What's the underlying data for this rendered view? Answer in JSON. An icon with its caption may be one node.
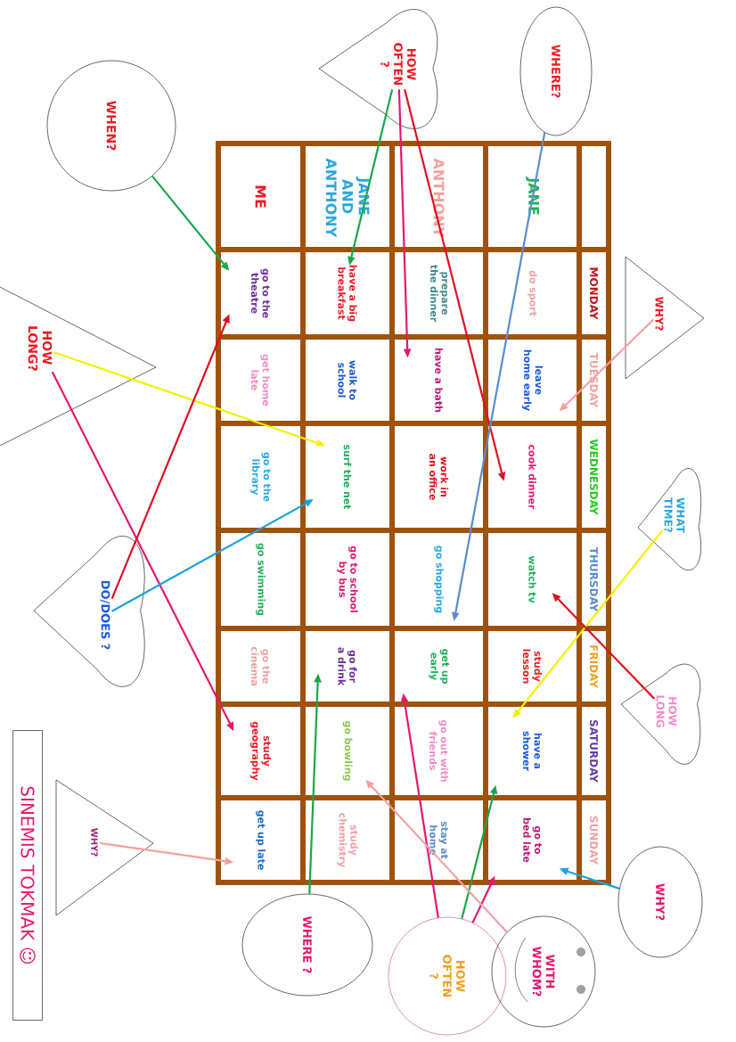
{
  "diagram": {
    "nodes": [
      {
        "text": [
          "WHEN?"
        ]
      },
      {
        "text": [
          "HOW OFTEN ?"
        ]
      },
      {
        "text": [
          "WHERE?"
        ]
      },
      {
        "text": [
          "HOW LONG?"
        ]
      },
      {
        "text": [
          "WHY?"
        ]
      },
      {
        "text": [
          "DO/DOES ?"
        ]
      },
      {
        "text": [
          "WHAT TIME?"
        ]
      },
      {
        "text": [
          "HOW LONG"
        ]
      },
      {
        "text": [
          "SINEMIS TOKMAK ☺"
        ]
      },
      {
        "text": [
          "WHY?"
        ]
      },
      {
        "text": [
          "WHERE ?"
        ]
      },
      {
        "text": [
          "HOW OFTEN ?"
        ]
      },
      {
        "text": [
          "WITH WHOM?"
        ]
      },
      {
        "text": [
          "WHY?"
        ]
      },
      {
        "text": [
          "ME"
        ]
      },
      {
        "text": [
          "JANE AND ANTHONY"
        ]
      },
      {
        "text": [
          "ANTHONY"
        ]
      },
      {
        "text": [
          "JANE"
        ]
      },
      {
        "text": [
          "go to the theatre"
        ]
      },
      {
        "text": [
          "have a big breakfast"
        ]
      },
      {
        "text": [
          "prepare the dinner"
        ]
      },
      {
        "text": [
          "do sport"
        ]
      },
      {
        "text": [
          "MONDAY"
        ]
      },
      {
        "text": [
          "get home late"
        ]
      },
      {
        "text": [
          "walk to school"
        ]
      },
      {
        "text": [
          "have a bath"
        ]
      },
      {
        "text": [
          "leave home early"
        ]
      },
      {
        "text": [
          "TUESDAY"
        ]
      },
      {
        "text": [
          "go to the library"
        ]
      },
      {
        "text": [
          "surf the net"
        ]
      },
      {
        "text": [
          "work in an office"
        ]
      },
      {
        "text": [
          "cook dinner"
        ]
      },
      {
        "text": [
          "WEDNESDAY"
        ]
      },
      {
        "text": [
          "go swimming"
        ]
      },
      {
        "text": [
          "go to school by bus"
        ]
      },
      {
        "text": [
          "go shopping"
        ]
      },
      {
        "text": [
          "watch tv"
        ]
      },
      {
        "text": [
          "THURSDAY"
        ]
      },
      {
        "text": [
          "go the cinema"
        ]
      },
      {
        "text": [
          "go for a drink"
        ]
      },
      {
        "text": [
          "get up early"
        ]
      },
      {
        "text": [
          "study lesson"
        ]
      },
      {
        "text": [
          "FRIDAY"
        ]
      },
      {
        "text": [
          "study geography"
        ]
      },
      {
        "text": [
          "go bowling"
        ]
      },
      {
        "text": [
          "go out with friends"
        ]
      },
      {
        "text": [
          "have a shower"
        ]
      },
      {
        "text": [
          "SATURDAY"
        ]
      },
      {
        "text": [
          "get up late"
        ]
      },
      {
        "text": [
          "study chemistry"
        ]
      },
      {
        "text": [
          "stay at home"
        ]
      },
      {
        "text": [
          "go to bed late"
        ]
      },
      {
        "text": [
          "SUNDAY"
        ]
      }
    ],
    "edges": [
      {
        "from": 0,
        "to": 18,
        "arrow": "to",
        "color": "#1aa64a"
      },
      {
        "from": 1,
        "to": 19,
        "arrow": "to",
        "color": "#1aa64a"
      },
      {
        "from": 1,
        "to": 25,
        "arrow": "to",
        "color": "#e6186e"
      },
      {
        "from": 1,
        "to": 31,
        "arrow": "to",
        "color": "#e01020"
      },
      {
        "from": 2,
        "to": 35,
        "arrow": "to",
        "color": "#5b8ccc"
      },
      {
        "from": 4,
        "to": 26,
        "arrow": "to",
        "color": "#f4a0a0"
      },
      {
        "from": 3,
        "to": 29,
        "arrow": "to",
        "color": "#f5f000"
      },
      {
        "from": 3,
        "to": 43,
        "arrow": "to",
        "color": "#e6186e"
      },
      {
        "from": 5,
        "to": 18,
        "arrow": "to",
        "color": "#e01020"
      },
      {
        "from": 5,
        "to": 29,
        "arrow": "to",
        "color": "#1ba1e2"
      },
      {
        "from": 6,
        "to": 46,
        "arrow": "to",
        "color": "#f5f000"
      },
      {
        "from": 7,
        "to": 36,
        "arrow": "to",
        "color": "#e01020"
      },
      {
        "from": 9,
        "to": 48,
        "arrow": "to",
        "color": "#f4a0a0"
      },
      {
        "from": 10,
        "to": 39,
        "arrow": "to",
        "color": "#1aa64a"
      },
      {
        "from": 11,
        "to": 40,
        "arrow": "to",
        "color": "#e6186e"
      },
      {
        "from": 11,
        "to": 46,
        "arrow": "to",
        "color": "#1aa64a"
      },
      {
        "from": 11,
        "to": 51,
        "arrow": "to",
        "color": "#e6186e"
      },
      {
        "from": 12,
        "to": 44,
        "arrow": "to",
        "color": "#f4a0a0"
      },
      {
        "from": 13,
        "to": 51,
        "arrow": "to",
        "color": "#1ba1e2"
      }
    ]
  }
}
